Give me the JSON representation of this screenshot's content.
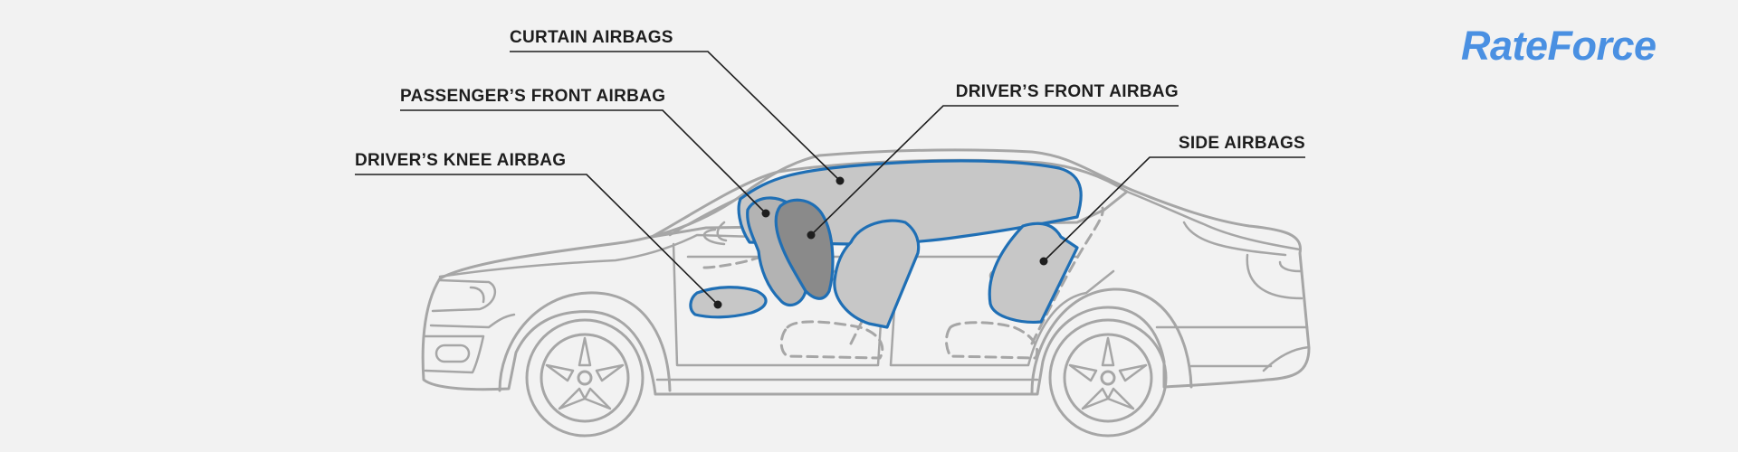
{
  "logo": {
    "text": "RateForce",
    "color": "#4a90e2"
  },
  "labels": {
    "curtain_airbags": "CURTAIN AIRBAGS",
    "passenger_front_airbag": "PASSENGER’S FRONT AIRBAG",
    "driver_knee_airbag": "DRIVER’S KNEE AIRBAG",
    "driver_front_airbag": "DRIVER’S FRONT AIRBAG",
    "side_airbags": "SIDE AIRBAGS"
  },
  "colors": {
    "background": "#f2f2f2",
    "car_outline": "#a6a6a6",
    "airbag_outline": "#1f6fb5",
    "airbag_fill_light": "#c7c7c7",
    "airbag_fill_dark": "#8a8a8a",
    "leader_line": "#1e1e1e"
  }
}
